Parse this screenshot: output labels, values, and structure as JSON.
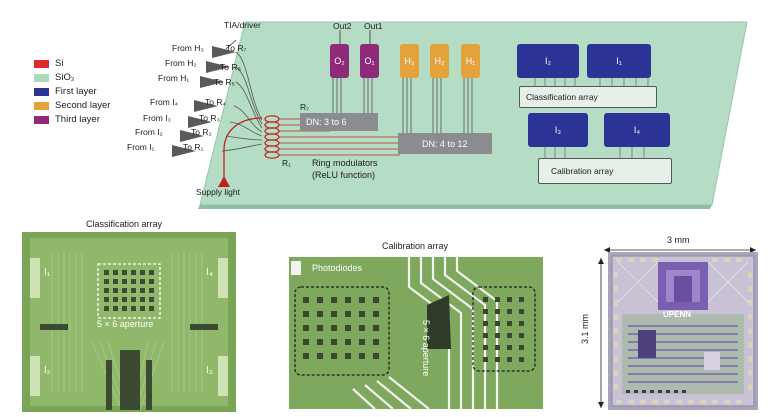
{
  "legend": [
    {
      "label": "Si",
      "color": "#e02a2a"
    },
    {
      "label": "SiO₂",
      "color": "#a9ddb8"
    },
    {
      "label": "First layer",
      "color": "#2b3494"
    },
    {
      "label": "Second layer",
      "color": "#e3a23a"
    },
    {
      "label": "Third layer",
      "color": "#8e2a78"
    }
  ],
  "drivers": {
    "title": "TIA/driver",
    "rows": [
      {
        "from": "From H₃",
        "to": "To R₇"
      },
      {
        "from": "From H₂",
        "to": "To R₆"
      },
      {
        "from": "From H₁",
        "to": "To R₅"
      },
      {
        "from": "From I₄",
        "to": "To R₄"
      },
      {
        "from": "From I₃",
        "to": "To R₃"
      },
      {
        "from": "From I₂",
        "to": "To R₂"
      },
      {
        "from": "From I₁",
        "to": "To R₁"
      }
    ]
  },
  "chip": {
    "outputs": [
      {
        "top_label": "Out2",
        "pad_label": "O₂"
      },
      {
        "top_label": "Out1",
        "pad_label": "O₁"
      }
    ],
    "hidden_pads": [
      "H₃",
      "H₂",
      "H₁"
    ],
    "input_pads": [
      "I₂",
      "I₁",
      "I₃",
      "I₄"
    ],
    "dn_3_6": "DN: 3 to 6",
    "dn_4_12": "DN: 4 to 12",
    "ring_top": "R₇",
    "ring_bottom": "R₁",
    "ring_label_1": "Ring modulators",
    "ring_label_2": "(ReLU function)",
    "classification_label": "Classification array",
    "calibration_label": "Calibration array",
    "supply": "Supply light"
  },
  "micrographs": {
    "classification": {
      "title": "Classification array",
      "aperture": "5 × 6 aperture",
      "corners": [
        "I₁",
        "I₄",
        "I₂",
        "I₃"
      ]
    },
    "calibration": {
      "title": "Calibration array",
      "photodiodes": "Photodiodes",
      "aperture": "5 × 6 aperture"
    },
    "die": {
      "width_label": "3 mm",
      "height_label": "3.1 mm",
      "chip_text": "UPENN"
    }
  }
}
